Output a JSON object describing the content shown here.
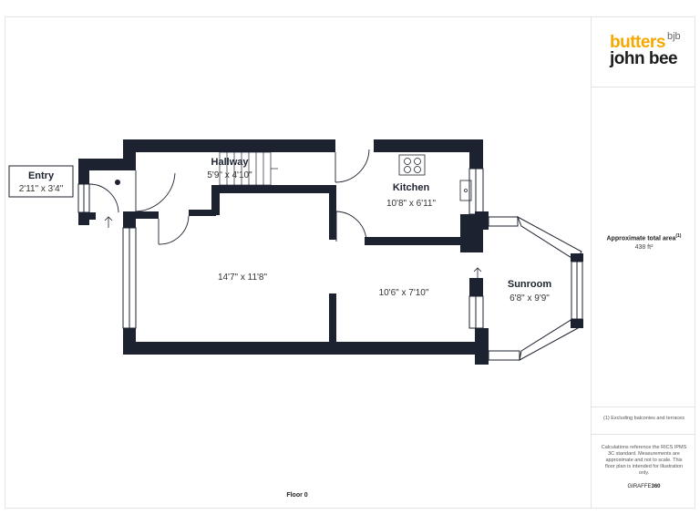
{
  "brand": {
    "name_line1": "butters",
    "name_superscript": "bjb",
    "name_line2": "john bee",
    "accent_color": "#f5a800"
  },
  "area": {
    "label": "Approximate total area",
    "label_marker": "(1)",
    "value": "438 ft²"
  },
  "footnote": "(1) Excluding balconies and terraces",
  "disclaimer": "Calculations reference the RICS IPMS 3C standard. Measurements are approximate and not to scale. This floor plan is intended for illustration only.",
  "credit": {
    "prefix": "GIRAFFE",
    "suffix": "360"
  },
  "floor_label": "Floor 0",
  "rooms": {
    "entry": {
      "name": "Entry",
      "dims": "2'11\" x 3'4\""
    },
    "hallway": {
      "name": "Hallway",
      "dims": "5'9\" x 4'10\""
    },
    "kitchen": {
      "name": "Kitchen",
      "dims": "10'8\" x 6'11\""
    },
    "living": {
      "dims": "14'7\" x 11'8\""
    },
    "dining": {
      "dims": "10'6\" x 7'10\""
    },
    "sunroom": {
      "name": "Sunroom",
      "dims": "6'8\" x 9'9\""
    }
  },
  "wall_color": "#1c2230"
}
